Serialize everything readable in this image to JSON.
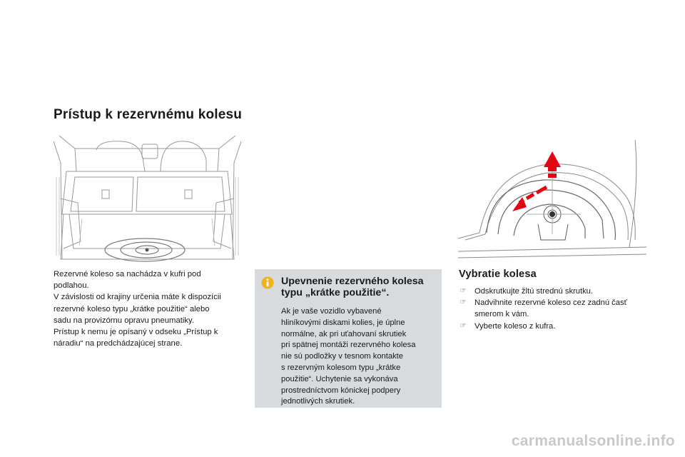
{
  "page_title": "Prístup k rezervnému kolesu",
  "intro": {
    "lines": [
      "Rezervné koleso sa nachádza v kufri pod",
      "podlahou.",
      "V závislosti od krajiny určenia máte k dispozícii",
      "rezervné koleso typu „krátke použitie“ alebo",
      "sadu na provizórnu opravu pneumatiky.",
      "Prístup k nemu je opísaný v odseku „Prístup k",
      "náradiu“ na predchádzajúcej strane."
    ]
  },
  "info_box": {
    "icon": "info-icon",
    "title_lines": [
      "Upevnenie rezervného kolesa",
      "typu „krátke použitie“."
    ],
    "text_lines": [
      "Ak je vaše vozidlo vybavené",
      "hliníkovými diskami kolies, je úplne",
      "normálne, ak pri uťahovaní skrutiek",
      "pri spätnej montáži rezervného kolesa",
      "nie sú podložky v tesnom kontakte",
      "s rezervným kolesom typu „krátke",
      "použitie“. Uchytenie sa vykonáva",
      "prostredníctvom kónickej podpery",
      "jednotlivých skrutiek."
    ],
    "background_color": "#d7dbdd",
    "icon_color": "#f2b21b"
  },
  "removal": {
    "title": "Vybratie kolesa",
    "bullet_icon": "pointing-hand-icon",
    "steps": [
      {
        "lines": [
          "Odskrutkujte žltú strednú skrutku."
        ]
      },
      {
        "lines": [
          "Nadvihnite rezervné koleso cez zadnú časť",
          "smerom k vám."
        ]
      },
      {
        "lines": [
          "Vyberte koleso z kufra."
        ]
      }
    ]
  },
  "illustrations": {
    "trunk": "car-trunk-illustration",
    "wheel": "spare-wheel-illustration",
    "arrow_color": "#e30613"
  },
  "watermark": "carmanualsonline.info"
}
